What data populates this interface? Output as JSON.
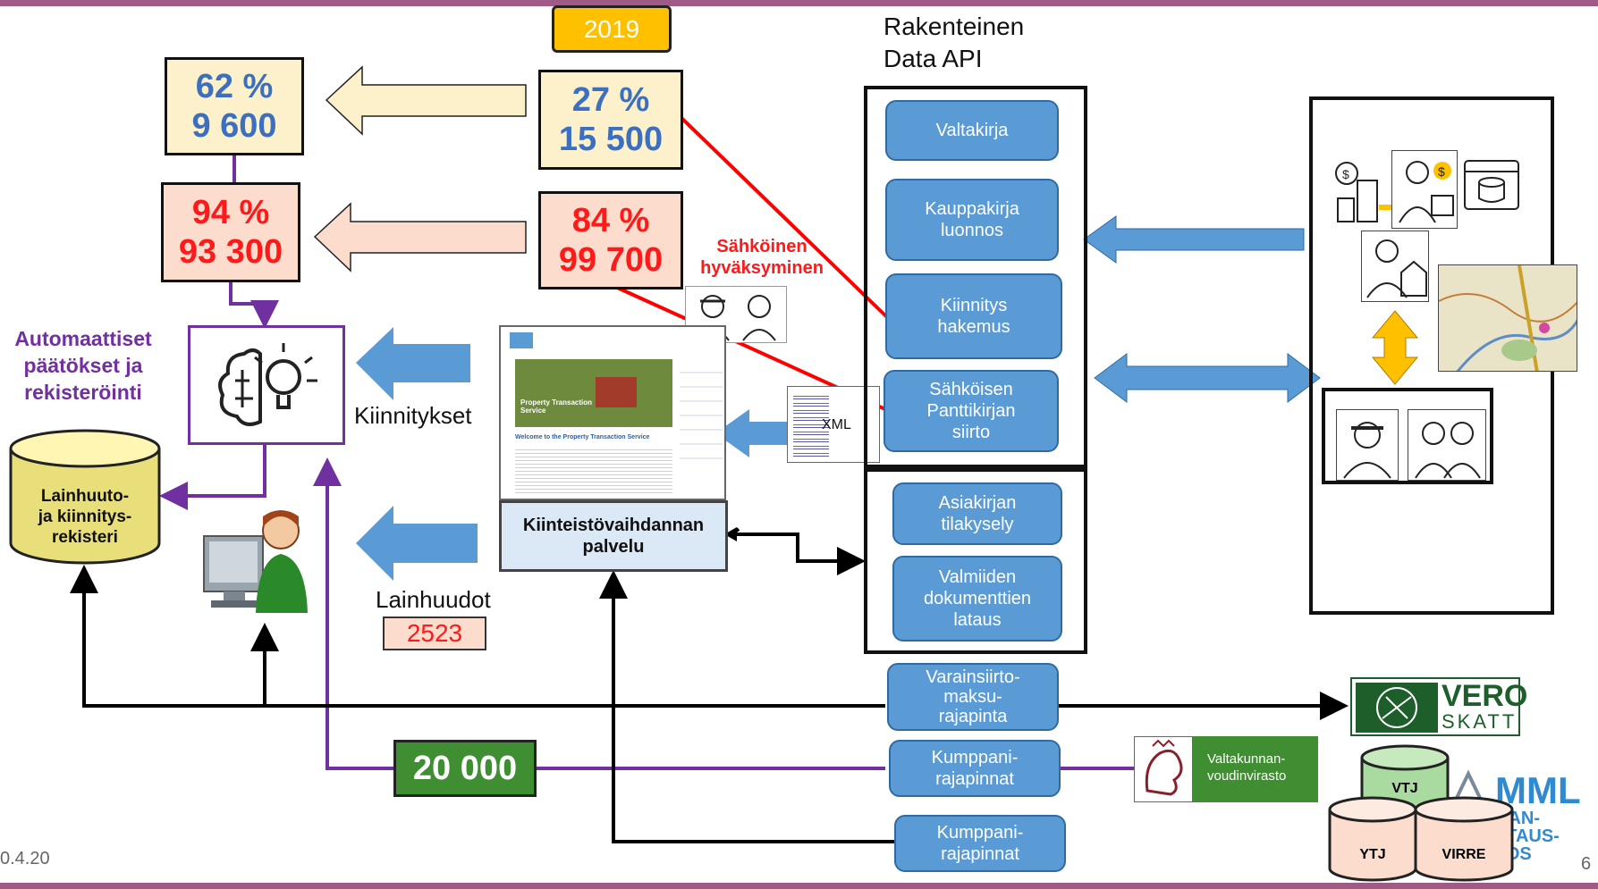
{
  "year_tag": "2019",
  "api_title": [
    "Rakenteinen",
    "Data API"
  ],
  "left_stats": [
    {
      "percent": "62 %",
      "count": "9 600"
    },
    {
      "percent": "94 %",
      "count": "93 300"
    }
  ],
  "mid_stats": [
    {
      "percent": "27 %",
      "count": "15 500"
    },
    {
      "percent": "84 %",
      "count": "99 700"
    }
  ],
  "e_approval": [
    "Sähköinen",
    "hyväksyminen"
  ],
  "auto_label": [
    "Automaattiset",
    "päätökset ja",
    "rekisteröinti"
  ],
  "register_label": [
    "Lainhuuto-",
    "ja kiinnitys-",
    "rekisteri"
  ],
  "mortgages_label": "Kiinnitykset",
  "titles_label": "Lainhuudot",
  "titles_count": "2523",
  "service": {
    "label": [
      "Kiinteistövaihdannan",
      "palvelu"
    ],
    "screenshot_header": "Property Transaction Service",
    "screenshot_welcome": "Welcome to the Property Transaction Service"
  },
  "xml_label": "XML",
  "api_buttons_top": [
    [
      "Valtakirja"
    ],
    [
      "Kauppakirja",
      "luonnos"
    ],
    [
      "Kiinnitys",
      "hakemus"
    ],
    [
      "Sähköisen",
      "Panttikirjan",
      "siirto"
    ]
  ],
  "api_buttons_mid": [
    [
      "Asiakirjan",
      "tilakysely"
    ],
    [
      "Valmiiden",
      "dokumenttien",
      "lataus"
    ]
  ],
  "transfer_tax_api": [
    "Varainsiirto-",
    "maksu-",
    "rajapinta"
  ],
  "partner_api_1": [
    "Kumppani-",
    "rajapinnat"
  ],
  "partner_api_2": [
    "Kumppani-",
    "rajapinnat"
  ],
  "partner_count": "20 000",
  "vero": {
    "line1": "VERO",
    "line2": "SKATT"
  },
  "bailiff": [
    "Valtakunnan-",
    "voudinvirasto"
  ],
  "databases": {
    "vtj": "VTJ",
    "ytj": "YTJ",
    "virre": "VIRRE"
  },
  "mml_logo": {
    "line1": "MML",
    "line2": "AAN-",
    "line3": "TTAUS-",
    "line4": "TOS"
  },
  "footer_date": "0.4.20",
  "page_number": "6",
  "colors": {
    "accent_purple": "#7030a0",
    "api_blue": "#5b9bd5",
    "red_line": "#ff0000",
    "orange_arrow": "#ffc000",
    "green_box": "#3f8f32"
  }
}
